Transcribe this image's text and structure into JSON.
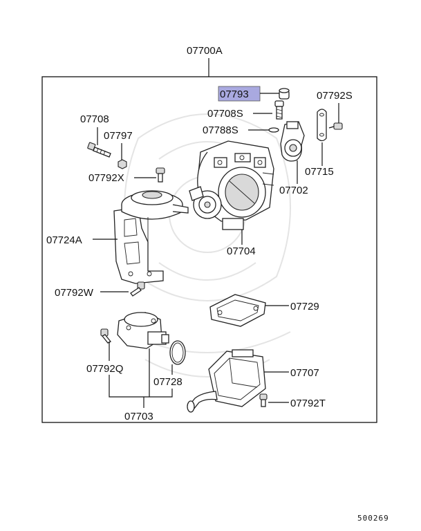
{
  "assembly_label": "07700A",
  "highlight_color": "#a9a9e0",
  "parts": {
    "p07793": "07793",
    "p07792S": "07792S",
    "p07708S": "07708S",
    "p07788S": "07788S",
    "p07708": "07708",
    "p07797": "07797",
    "p07715": "07715",
    "p07792X": "07792X",
    "p07702": "07702",
    "p07724A": "07724A",
    "p07704": "07704",
    "p07792W": "07792W",
    "p07729": "07729",
    "p07707": "07707",
    "p07792Q": "07792Q",
    "p07728": "07728",
    "p07792T": "07792T",
    "p07703": "07703"
  },
  "figure_code": "500269"
}
